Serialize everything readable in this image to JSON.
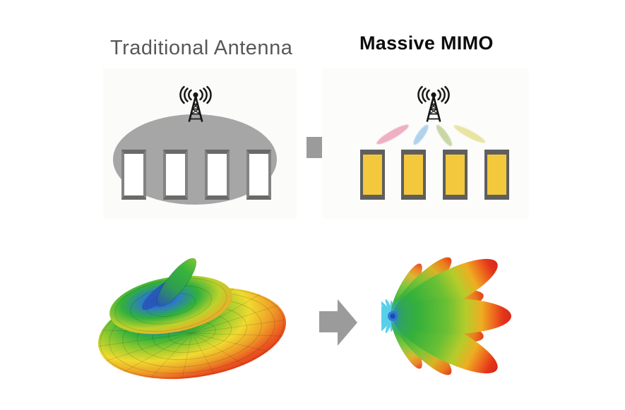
{
  "header": {
    "left_title": "Traditional Antenna",
    "right_title": "Massive MIMO"
  },
  "left_panel": {
    "icon": "antenna-tower-icon",
    "coverage_shape": "single-wide-ellipse-beam",
    "coverage_color": "#a6a6a6",
    "phone_count": 4,
    "phone_screen_color": "#ffffff",
    "phone_bezel_color": "#838383"
  },
  "right_panel": {
    "icon": "antenna-tower-icon",
    "beams": [
      {
        "name": "beam-pink",
        "color": "#eda6bc"
      },
      {
        "name": "beam-blue",
        "color": "#a7cdec"
      },
      {
        "name": "beam-green",
        "color": "#c2d29a"
      },
      {
        "name": "beam-yellow",
        "color": "#e6e296"
      }
    ],
    "phone_count": 4,
    "phone_screen_color": "#f3c83d",
    "phone_bezel_color": "#5e5e5e"
  },
  "arrows": {
    "count": 2,
    "direction": "right",
    "color": "#9b9b9b"
  },
  "bottom_row": {
    "left_figure": "traditional-antenna-3d-radiation-pattern (toroidal, rainbow colormap)",
    "right_figure": "massive-mimo-3d-beamforming-pattern (directional lobes, rainbow colormap)",
    "colormap": "blue-green-yellow-orange-red"
  }
}
